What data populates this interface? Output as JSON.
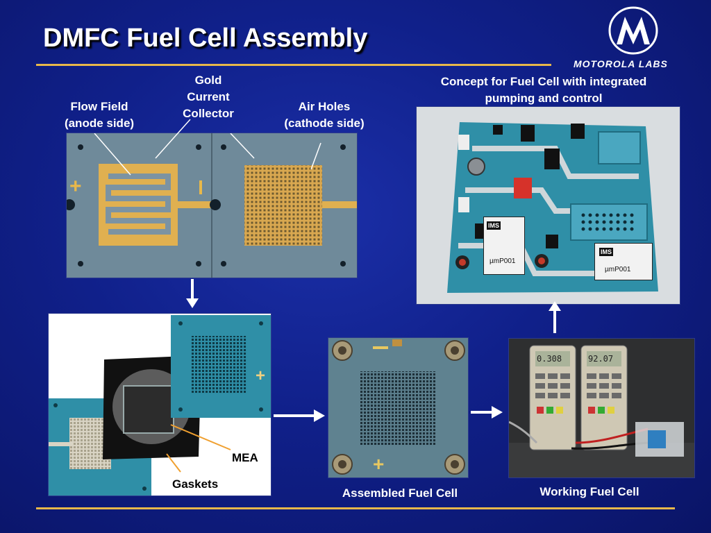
{
  "slide": {
    "title": "DMFC Fuel Cell Assembly",
    "logo_text": "MOTOROLA LABS"
  },
  "labels": {
    "flow_field_1": "Flow Field",
    "flow_field_2": "(anode side)",
    "gold_1": "Gold",
    "gold_2": "Current",
    "gold_3": "Collector",
    "air_1": "Air Holes",
    "air_2": "(cathode side)",
    "concept_1": "Concept for Fuel Cell with integrated",
    "concept_2": "pumping and control",
    "mea": "MEA",
    "gaskets": "Gaskets",
    "assembled": "Assembled Fuel Cell",
    "working": "Working Fuel Cell"
  },
  "plate_marks": {
    "plus": "+",
    "minus": "−"
  },
  "board_chips": {
    "chip1_brand": "IMS",
    "chip1_part": "µmP001",
    "chip2_brand": "IMS",
    "chip2_part": "µmP001"
  },
  "meters": {
    "left_display": "0.308",
    "right_display": "92.07"
  },
  "colors": {
    "background": "#10208a",
    "rule": "#e8b84a",
    "gold": "#e0b050",
    "plate": "#6f8a9a",
    "teal_board": "#2f8fa7"
  }
}
